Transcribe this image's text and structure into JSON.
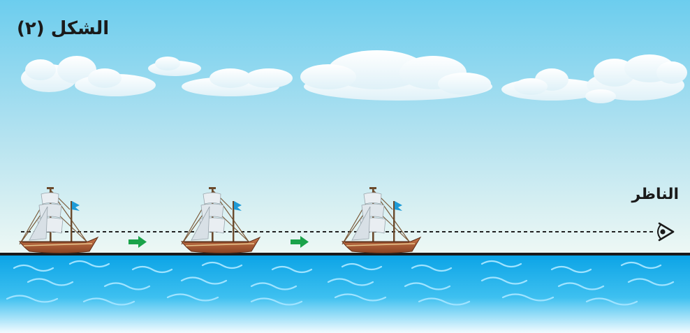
{
  "figure": {
    "title": "الشكل (٢)"
  },
  "observer": {
    "label": "الناظر",
    "icon": "eye-icon"
  },
  "ships": [
    {
      "name": "ship-1",
      "icon": "sailing-ship-icon"
    },
    {
      "name": "ship-2",
      "icon": "sailing-ship-icon"
    },
    {
      "name": "ship-3",
      "icon": "sailing-ship-icon"
    }
  ],
  "arrows": [
    {
      "name": "motion-arrow-1",
      "icon": "right-arrow-icon"
    },
    {
      "name": "motion-arrow-2",
      "icon": "right-arrow-icon"
    }
  ],
  "colors": {
    "sky_top": "#6ccdee",
    "sky_bottom": "#eef8f4",
    "sea_top": "#0aa3e6",
    "sea_bottom": "#f2fbff",
    "horizon": "#1a1a1a",
    "hull": "#b4603a",
    "sail": "#e9eef2",
    "flag": "#1e9bd7",
    "arrow": "#1aa34a",
    "sightline": "#222222"
  }
}
